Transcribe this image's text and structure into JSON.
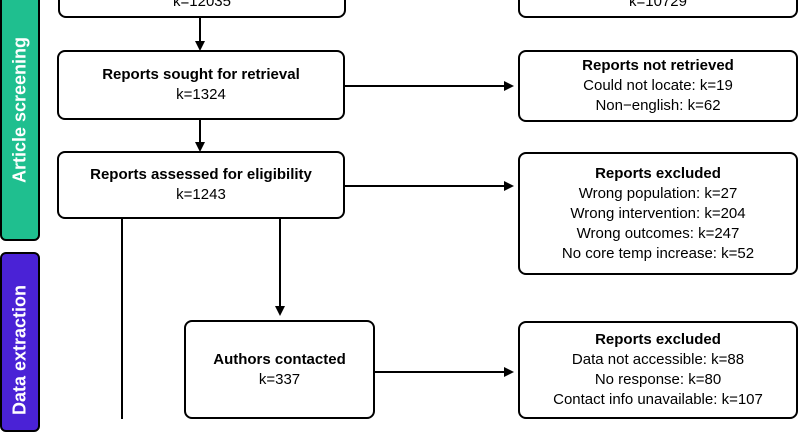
{
  "phases": {
    "screening": {
      "label": "Article screening",
      "color": "#1fbf8f"
    },
    "extraction": {
      "label": "Data extraction",
      "color": "#4a22d6"
    }
  },
  "boxes": {
    "top_left": {
      "count": "k=12035"
    },
    "top_right": {
      "count": "k=10729"
    },
    "sought": {
      "title": "Reports sought for retrieval",
      "count": "k=1324"
    },
    "not_retrieved": {
      "title": "Reports not retrieved",
      "lines": [
        "Could not locate: k=19",
        "Non−english: k=62"
      ]
    },
    "assessed": {
      "title": "Reports assessed for eligibility",
      "count": "k=1243"
    },
    "excluded_1": {
      "title": "Reports excluded",
      "lines": [
        "Wrong population: k=27",
        "Wrong intervention: k=204",
        "Wrong outcomes: k=247",
        "No core temp increase: k=52"
      ]
    },
    "authors": {
      "title": "Authors contacted",
      "count": "k=337"
    },
    "excluded_2": {
      "title": "Reports excluded",
      "lines": [
        "Data not accessible: k=88",
        "No response: k=80",
        "Contact info unavailable: k=107"
      ]
    }
  }
}
